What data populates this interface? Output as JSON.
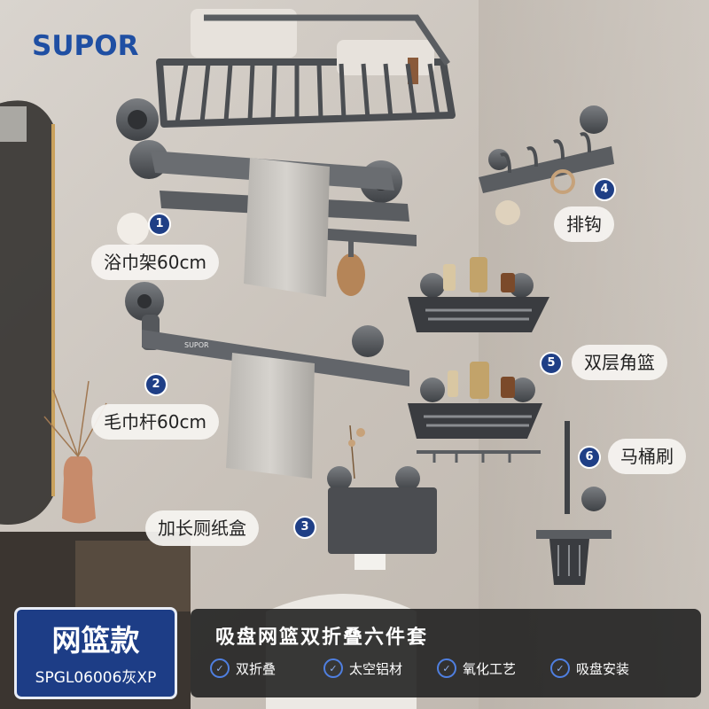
{
  "brand": "SUPOR",
  "callouts": [
    {
      "number": "1",
      "label": "浴巾架60cm"
    },
    {
      "number": "2",
      "label": "毛巾杆60cm"
    },
    {
      "number": "3",
      "label": "加长厕纸盒"
    },
    {
      "number": "4",
      "label": "排钩"
    },
    {
      "number": "5",
      "label": "双层角篮"
    },
    {
      "number": "6",
      "label": "马桶刷"
    }
  ],
  "model": {
    "name": "网篮款",
    "code": "SPGL06006灰XP"
  },
  "set_title": "吸盘网篮双折叠六件套",
  "features": [
    "双折叠",
    "太空铝材",
    "氧化工艺",
    "吸盘安装"
  ],
  "colors": {
    "brand_blue": "#1f4fa3",
    "badge_blue": "#1f3f86",
    "metal": "#5a5d61",
    "wall": "#cfc9c2"
  }
}
